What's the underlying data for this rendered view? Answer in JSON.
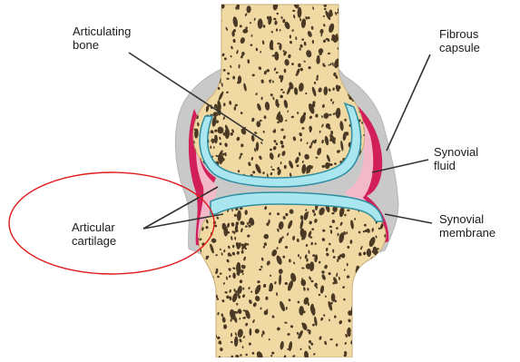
{
  "labels": {
    "articulating_bone": "Articulating\nbone",
    "fibrous_capsule": "Fibrous\ncapsule",
    "synovial_fluid": "Synovial\nfluid",
    "articular_cartilage": "Articular\ncartilage",
    "synovial_membrane": "Synovial\nmembrane"
  },
  "colors": {
    "bone": "#f1d9a4",
    "bone_pores": "#4a3a25",
    "cartilage": "#a9e6ef",
    "cartilage_edge": "#2f8ea1",
    "capsule": "#c9c9c9",
    "membrane": "#d21f5a",
    "fluid": "#f3b9c8",
    "highlight_ellipse": "#e01a1a",
    "leader_line": "#333333"
  }
}
